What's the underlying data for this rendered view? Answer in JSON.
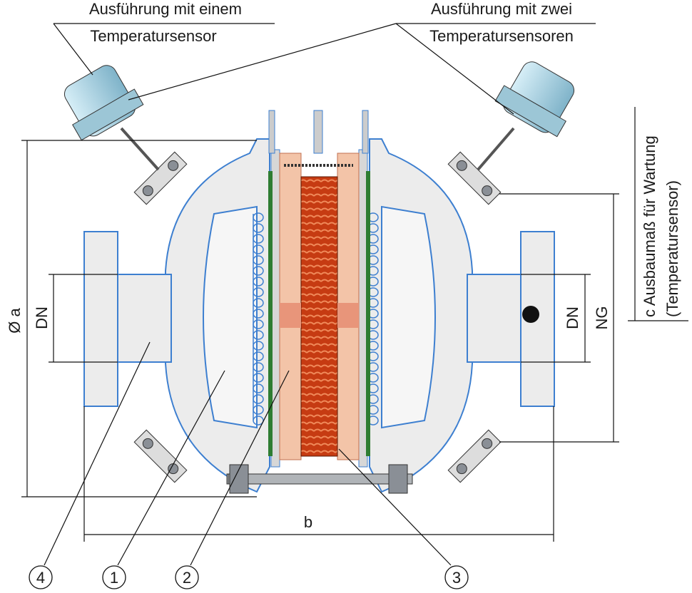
{
  "labels": {
    "sensor_single_line1": "Ausführung mit einem",
    "sensor_single_line2": "Temperatursensor",
    "sensor_double_line1": "Ausführung mit zwei",
    "sensor_double_line2": "Temperatursensoren",
    "maintenance_line1": "c  Ausbaumaß für Wartung",
    "maintenance_line2": "(Temperatursensor)"
  },
  "dimensions": {
    "diameter_a": "Ø a",
    "dn_left": "DN",
    "dn_right": "DN",
    "ng": "NG",
    "width_b": "b"
  },
  "callouts": [
    "4",
    "1",
    "2",
    "3"
  ],
  "colors": {
    "outline": "#3d7fd0",
    "housing": "#ececec",
    "element": "#d9531e",
    "plate": "#f3c4a8"
  }
}
